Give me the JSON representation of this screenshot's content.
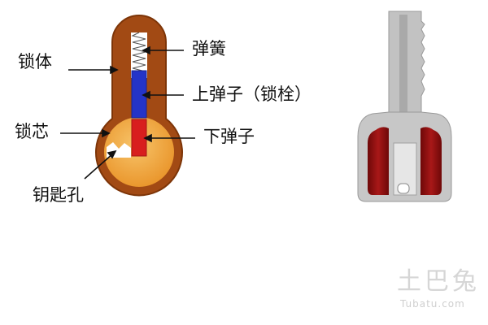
{
  "labels": {
    "lock_body": "锁体",
    "spring": "弹簧",
    "upper_pin": "上弹子（锁栓）",
    "lock_core": "锁芯",
    "lower_pin": "下弹子",
    "keyhole": "钥匙孔"
  },
  "watermark": {
    "logo": "土巴兔",
    "url": "Tubatu.com"
  },
  "colors": {
    "lock_body": "#a24a14",
    "lock_core": "#f1a33a",
    "upper_pin": "#2434c8",
    "lower_pin": "#d81e1e",
    "key_gray": "#c7c7c7",
    "key_dark_red": "#8e1010"
  }
}
